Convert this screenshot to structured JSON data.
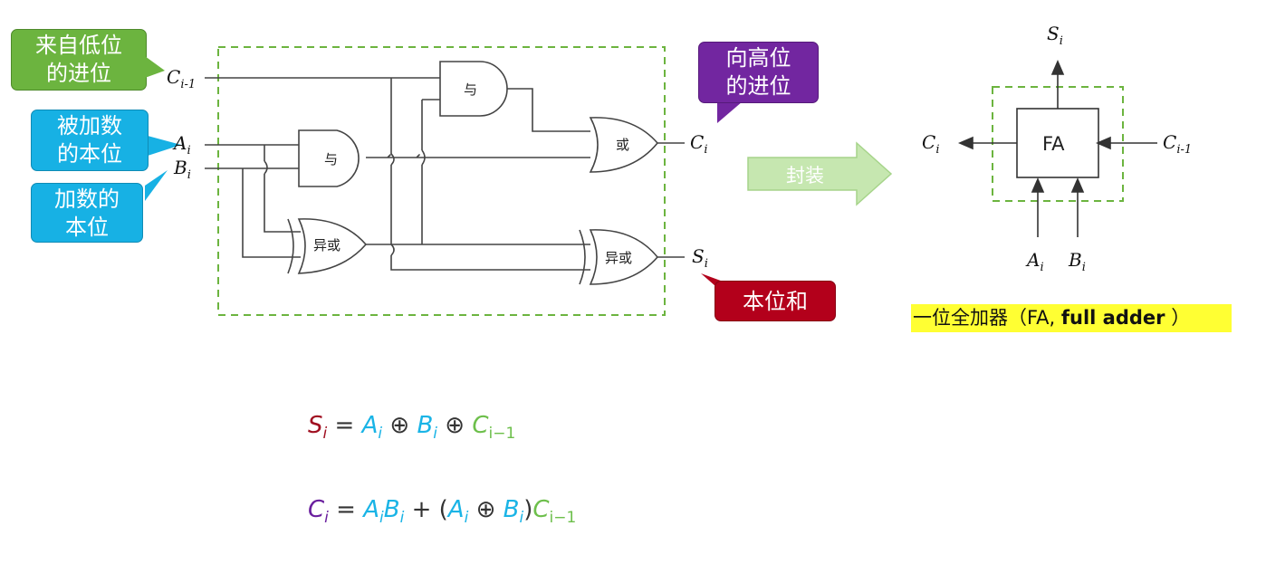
{
  "callouts": {
    "carry_in": "来自低位\n的进位",
    "addend_a": "被加数\n的本位",
    "addend_b": "加数的\n本位",
    "carry_out": "向高位\n的进位",
    "sum": "本位和"
  },
  "gates": {
    "and_top": "与",
    "and_mid": "与",
    "or": "或",
    "xor_left": "异或",
    "xor_right": "异或"
  },
  "signals": {
    "C_base": "C",
    "C_in_sub": "i-1",
    "A_base": "A",
    "A_sub": "i",
    "B_base": "B",
    "B_sub": "i",
    "Cout_base": "C",
    "Cout_sub": "i",
    "S_base": "S",
    "S_sub": "i"
  },
  "arrow_label": "封装",
  "fa_block": {
    "label": "FA",
    "S_base": "S",
    "S_sub": "i",
    "Cout_base": "C",
    "Cout_sub": "i",
    "Cin_base": "C",
    "Cin_sub": "i-1",
    "A_base": "A",
    "A_sub": "i",
    "B_base": "B",
    "B_sub": "i"
  },
  "caption": {
    "prefix": "一位全加器（FA, ",
    "bold": "full adder",
    "suffix": " ）"
  },
  "formula_sum": {
    "S": "S",
    "S_sub": "i",
    "eq": " = ",
    "A": "A",
    "A_sub": "i",
    "op1": " ⊕ ",
    "B": "B",
    "B_sub": "i",
    "op2": " ⊕ ",
    "C": "C",
    "C_sub": "i−1"
  },
  "formula_carry": {
    "C": "C",
    "C_sub": "i",
    "eq": " = ",
    "A": "A",
    "A_sub": "i",
    "B": "B",
    "B_sub": "i",
    "plus": " + (",
    "A2": "A",
    "A2_sub": "i",
    "op": " ⊕ ",
    "B2": "B",
    "B2_sub": "i",
    "close": ")",
    "C2": "C",
    "C2_sub": "i−1"
  },
  "colors": {
    "green": "#6cb43f",
    "blue": "#17b1e4",
    "purple": "#7226a0",
    "red": "#b3001b",
    "dashed_border": "#6cb43f",
    "highlight": "#ffff33"
  }
}
